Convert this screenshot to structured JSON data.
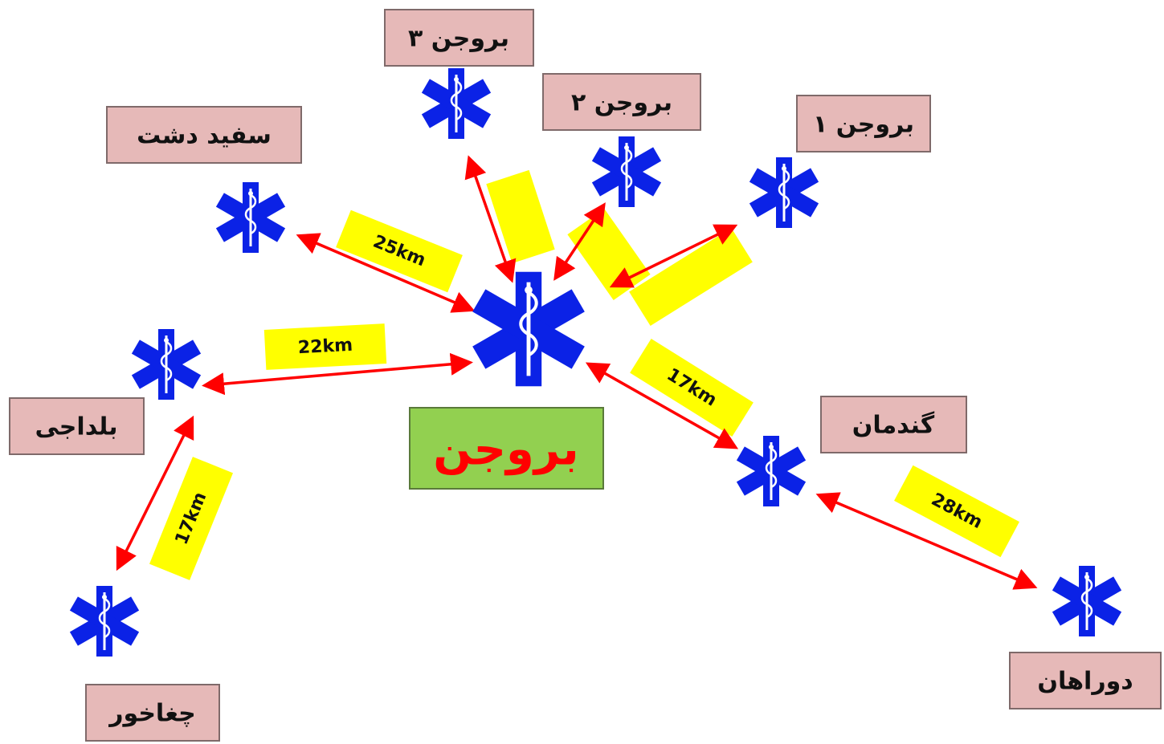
{
  "colors": {
    "label_fill": "#e6b9b8",
    "label_stroke": "#7f6a6a",
    "center_fill": "#92d050",
    "center_stroke": "#5a7a3a",
    "center_text": "#ff0000",
    "distance_fill": "#ffff00",
    "arrow": "#ff0000",
    "star": "#0b22e6",
    "staff": "#ffffff"
  },
  "center": {
    "name": "بروجن",
    "icon": "star-of-life-icon"
  },
  "stations": {
    "boroujen_3": {
      "name": "بروجن ۳",
      "icon": "star-of-life-icon"
    },
    "boroujen_2": {
      "name": "بروجن ۲",
      "icon": "star-of-life-icon"
    },
    "boroujen_1": {
      "name": "بروجن ۱",
      "icon": "star-of-life-icon"
    },
    "sefid_dasht": {
      "name": "سفید دشت",
      "icon": "star-of-life-icon"
    },
    "boldaji": {
      "name": "بلداجی",
      "icon": "star-of-life-icon"
    },
    "choghakhor": {
      "name": "چغاخور",
      "icon": "star-of-life-icon"
    },
    "gandoman": {
      "name": "گندمان",
      "icon": "star-of-life-icon"
    },
    "dorahan": {
      "name": "دوراهان",
      "icon": "star-of-life-icon"
    }
  },
  "distances": {
    "sefid_dasht": "25km",
    "boldaji": "22km",
    "gandoman": "17km",
    "choghakhor": "17km",
    "dorahan": "28km",
    "boroujen_3": "",
    "boroujen_2": "",
    "boroujen_1": ""
  }
}
